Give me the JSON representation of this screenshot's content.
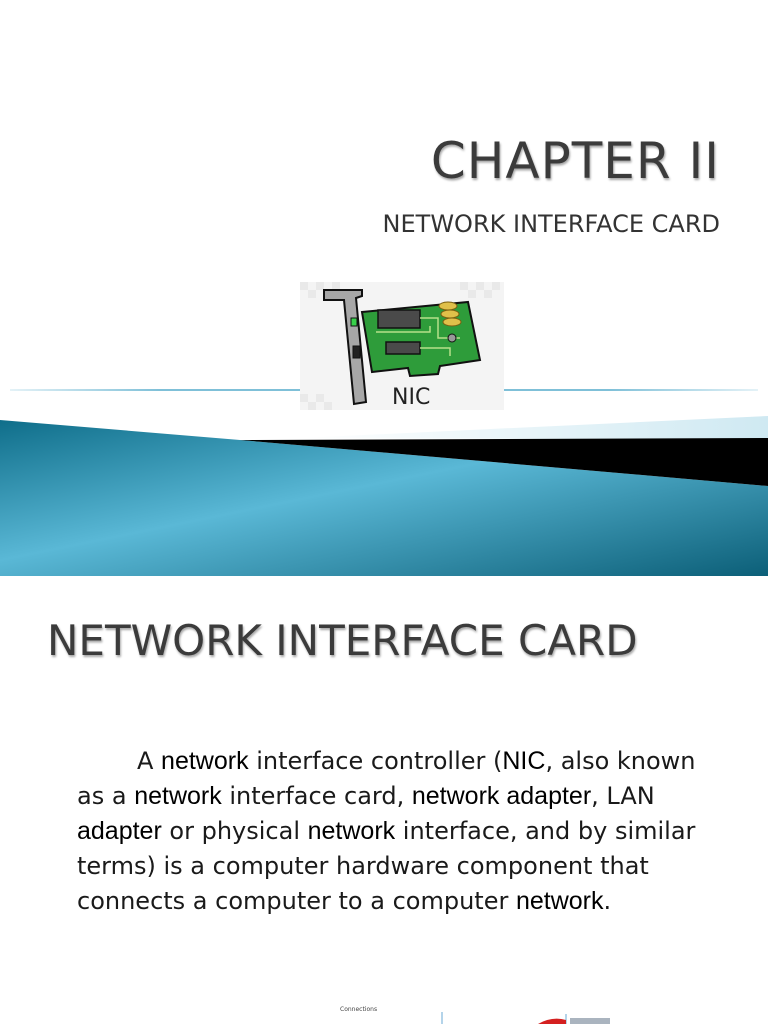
{
  "slide1": {
    "title": "CHAPTER II",
    "subtitle": "NETWORK INTERFACE CARD",
    "image_label": "NIC"
  },
  "slide2": {
    "title": "NETWORK INTERFACE CARD",
    "paragraph": [
      {
        "text": "A ",
        "emphasis": false
      },
      {
        "text": "network",
        "emphasis": true
      },
      {
        "text": " interface controller (",
        "emphasis": false
      },
      {
        "text": "NIC",
        "emphasis": true
      },
      {
        "text": ", also known as a ",
        "emphasis": false
      },
      {
        "text": "network",
        "emphasis": true
      },
      {
        "text": " interface card, ",
        "emphasis": false
      },
      {
        "text": "network adapter",
        "emphasis": true
      },
      {
        "text": ", LAN ",
        "emphasis": false
      },
      {
        "text": "adapter",
        "emphasis": true
      },
      {
        "text": " or physical ",
        "emphasis": false
      },
      {
        "text": "network",
        "emphasis": true
      },
      {
        "text": " interface, and by similar terms) is a computer hardware component that connects a computer to a computer ",
        "emphasis": false
      },
      {
        "text": "network",
        "emphasis": true
      },
      {
        "text": ".",
        "emphasis": false
      }
    ],
    "figure_caption": "Connections"
  },
  "colors": {
    "banner_teal_dark": "#0e6f8c",
    "banner_teal_light": "#5bb9d6",
    "banner_black": "#000000",
    "card_green": "#2e9c3a",
    "bracket_gray": "#9a9a9a"
  }
}
